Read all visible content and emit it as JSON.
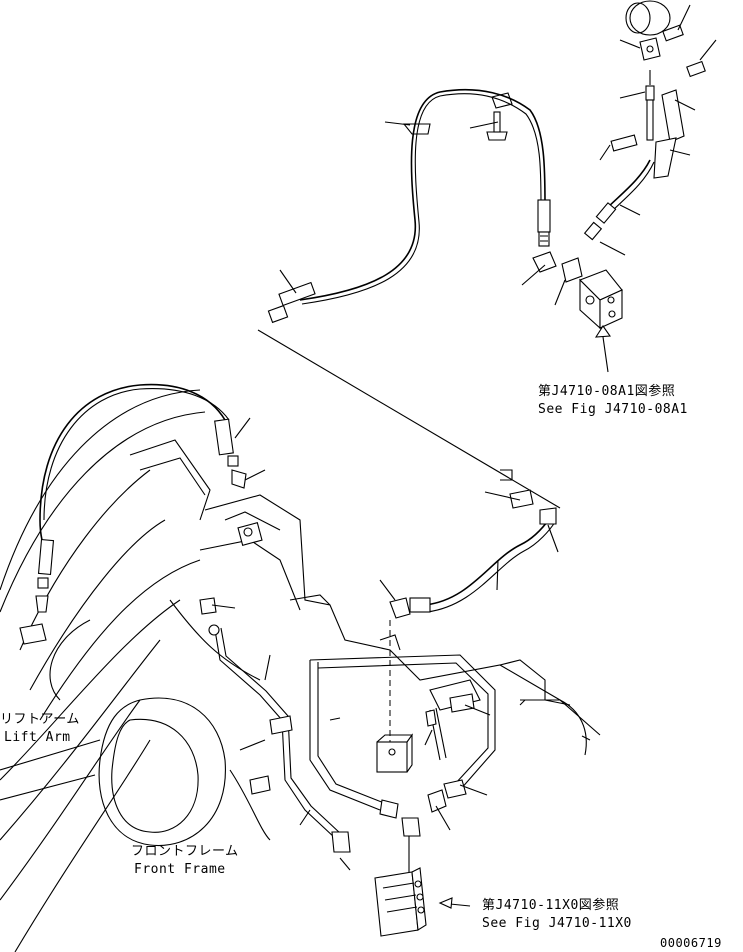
{
  "labels": {
    "ref_top_jp": "第J4710-08A1図参照",
    "ref_top_en": "See Fig J4710-08A1",
    "ref_bottom_jp": "第J4710-11X0図参照",
    "ref_bottom_en": "See Fig J4710-11X0",
    "lift_arm_jp": "リフトアーム",
    "lift_arm_en": "Lift Arm",
    "front_frame_jp": "フロントフレーム",
    "front_frame_en": "Front Frame",
    "drawing_number": "00006719"
  }
}
